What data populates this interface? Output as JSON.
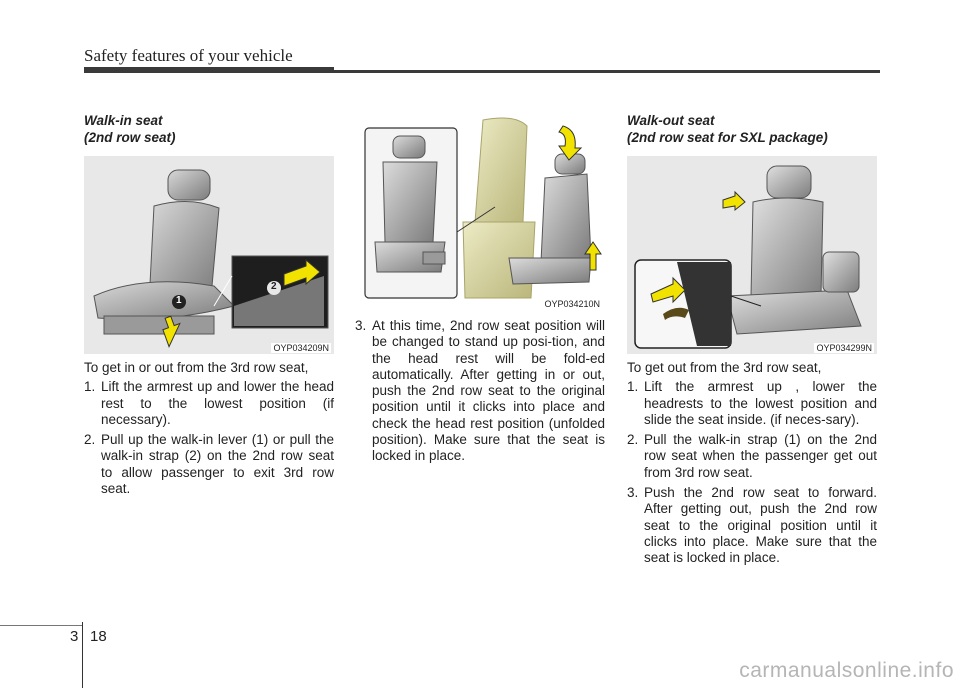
{
  "header": {
    "title": "Safety features of your vehicle"
  },
  "col1": {
    "heading_line1": "Walk-in seat",
    "heading_line2": "(2nd row seat)",
    "figure_code": "OYP034209N",
    "callout_1": "1",
    "callout_2": "2",
    "intro": "To get in or out from the 3rd row seat,",
    "items": [
      {
        "num": "1.",
        "text": "Lift the armrest up and lower the head rest to the lowest position (if necessary)."
      },
      {
        "num": "2.",
        "text": "Pull up the walk-in lever (1) or pull the walk-in strap (2) on the 2nd row seat to allow passenger to exit 3rd row seat."
      }
    ]
  },
  "col2": {
    "figure_code": "OYP034210N",
    "items": [
      {
        "num": "3.",
        "text": "At this time, 2nd row seat position will be changed to stand up posi-tion, and the head rest will be fold-ed automatically. After getting in or out, push the 2nd row seat to the original position until it clicks into place and check the head rest position (unfolded position). Make sure that the seat is locked in place."
      }
    ]
  },
  "col3": {
    "heading_line1": "Walk-out seat",
    "heading_line2": "(2nd row seat for SXL package)",
    "figure_code": "OYP034299N",
    "intro": "To get out from the 3rd row seat,",
    "items": [
      {
        "num": "1.",
        "text": "Lift the armrest up , lower the headrests to the lowest position and slide the seat inside. (if neces-sary)."
      },
      {
        "num": "2.",
        "text": "Pull the walk-in strap (1) on the 2nd row seat when the passenger get out from 3rd row seat."
      },
      {
        "num": "3.",
        "text": "Push the 2nd row seat to forward. After getting out, push the 2nd row seat to the original position until it clicks into place. Make sure that the seat is locked in place."
      }
    ]
  },
  "footer": {
    "chapter": "3",
    "page": "18",
    "watermark": "carmanualsonline.info"
  },
  "colors": {
    "accent_arrow": "#f2e200",
    "seat_gray": "#9a9a9a",
    "ghost_seat": "#d9d59a",
    "figure_bg": "#e6e6e6"
  }
}
